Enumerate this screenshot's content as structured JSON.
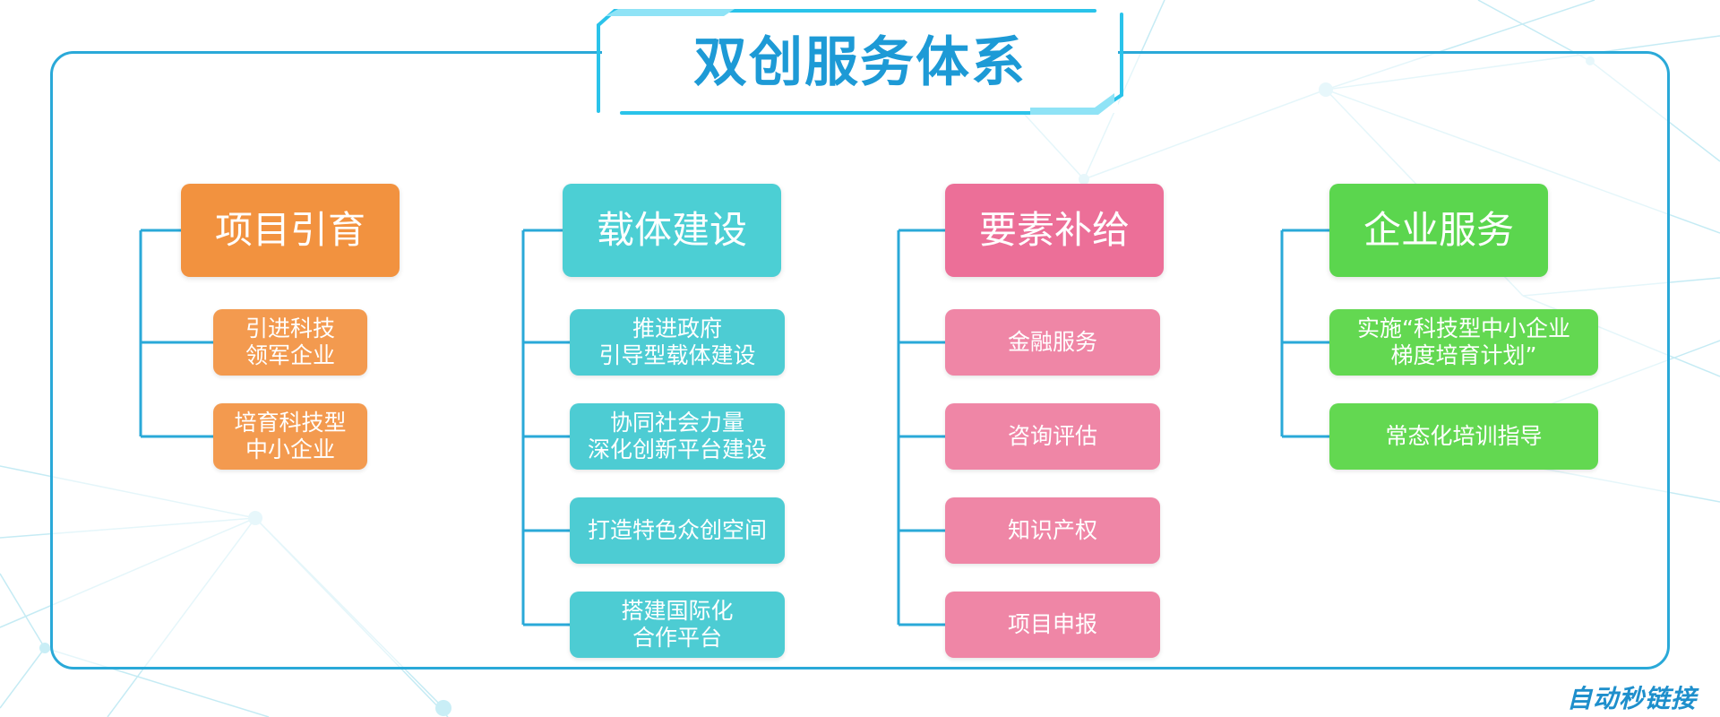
{
  "title": "双创服务体系",
  "colors": {
    "frame": "#2aa9d8",
    "title": "#1d9ad6",
    "orange": "#f2923f",
    "teal": "#4ccfd4",
    "pink": "#ec6f98",
    "green": "#5bd64e"
  },
  "columns": [
    {
      "category": "项目引育",
      "color": "orange",
      "items": [
        [
          "引进科技",
          "领军企业"
        ],
        [
          "培育科技型",
          "中小企业"
        ]
      ]
    },
    {
      "category": "载体建设",
      "color": "teal",
      "items": [
        [
          "推进政府",
          "引导型载体建设"
        ],
        [
          "协同社会力量",
          "深化创新平台建设"
        ],
        [
          "打造特色众创空间"
        ],
        [
          "搭建国际化",
          "合作平台"
        ]
      ]
    },
    {
      "category": "要素补给",
      "color": "pink",
      "items": [
        [
          "金融服务"
        ],
        [
          "咨询评估"
        ],
        [
          "知识产权"
        ],
        [
          "项目申报"
        ]
      ]
    },
    {
      "category": "企业服务",
      "color": "green",
      "items": [
        [
          "实施“科技型中小企业",
          "梯度培育计划”"
        ],
        [
          "常态化培训指导"
        ]
      ]
    }
  ],
  "watermark": "自动秒链接"
}
